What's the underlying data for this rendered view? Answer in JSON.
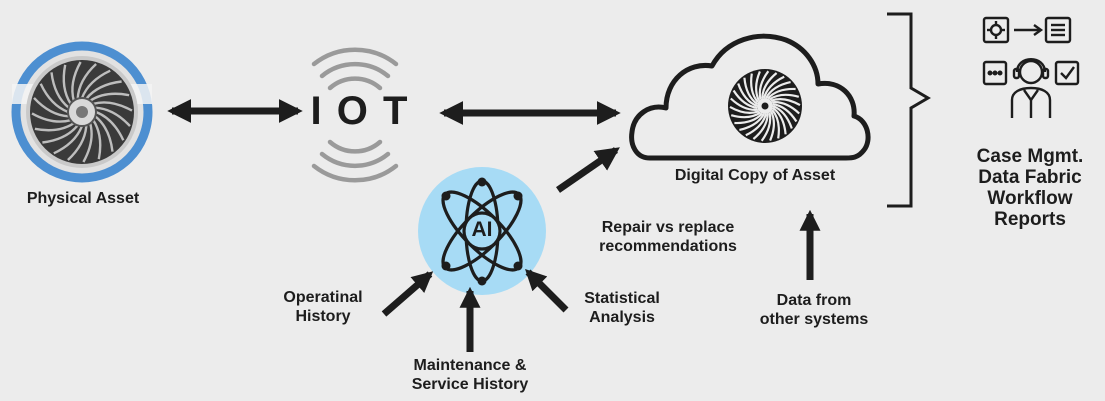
{
  "labels": {
    "physical_asset": "Physical Asset",
    "iot": "I O T",
    "ai": "AI",
    "digital_copy": "Digital Copy of Asset",
    "repair_line1": "Repair vs replace",
    "repair_line2": "recommendations",
    "operational_line1": "Operatinal",
    "operational_line2": "History",
    "maintenance_line1": "Maintenance &",
    "maintenance_line2": "Service History",
    "statistical_line1": "Statistical",
    "statistical_line2": "Analysis",
    "data_line1": "Data from",
    "data_line2": "other systems",
    "outputs": [
      "Case Mgmt.",
      "Data Fabric",
      "Workflow",
      "Reports"
    ]
  },
  "icons": {
    "physical_asset": "jet-engine-icon",
    "iot": "wireless-signal-icon",
    "ai": "atom-icon",
    "digital_copy": "cloud-icon",
    "outputs": "workflow-person-icon"
  },
  "colors": {
    "background": "#ececec",
    "ink": "#1d1d1d",
    "engine_ring": "#4d8fd1",
    "ai_circle": "#a7dbf5",
    "signal_wave": "#9a9a9a"
  }
}
